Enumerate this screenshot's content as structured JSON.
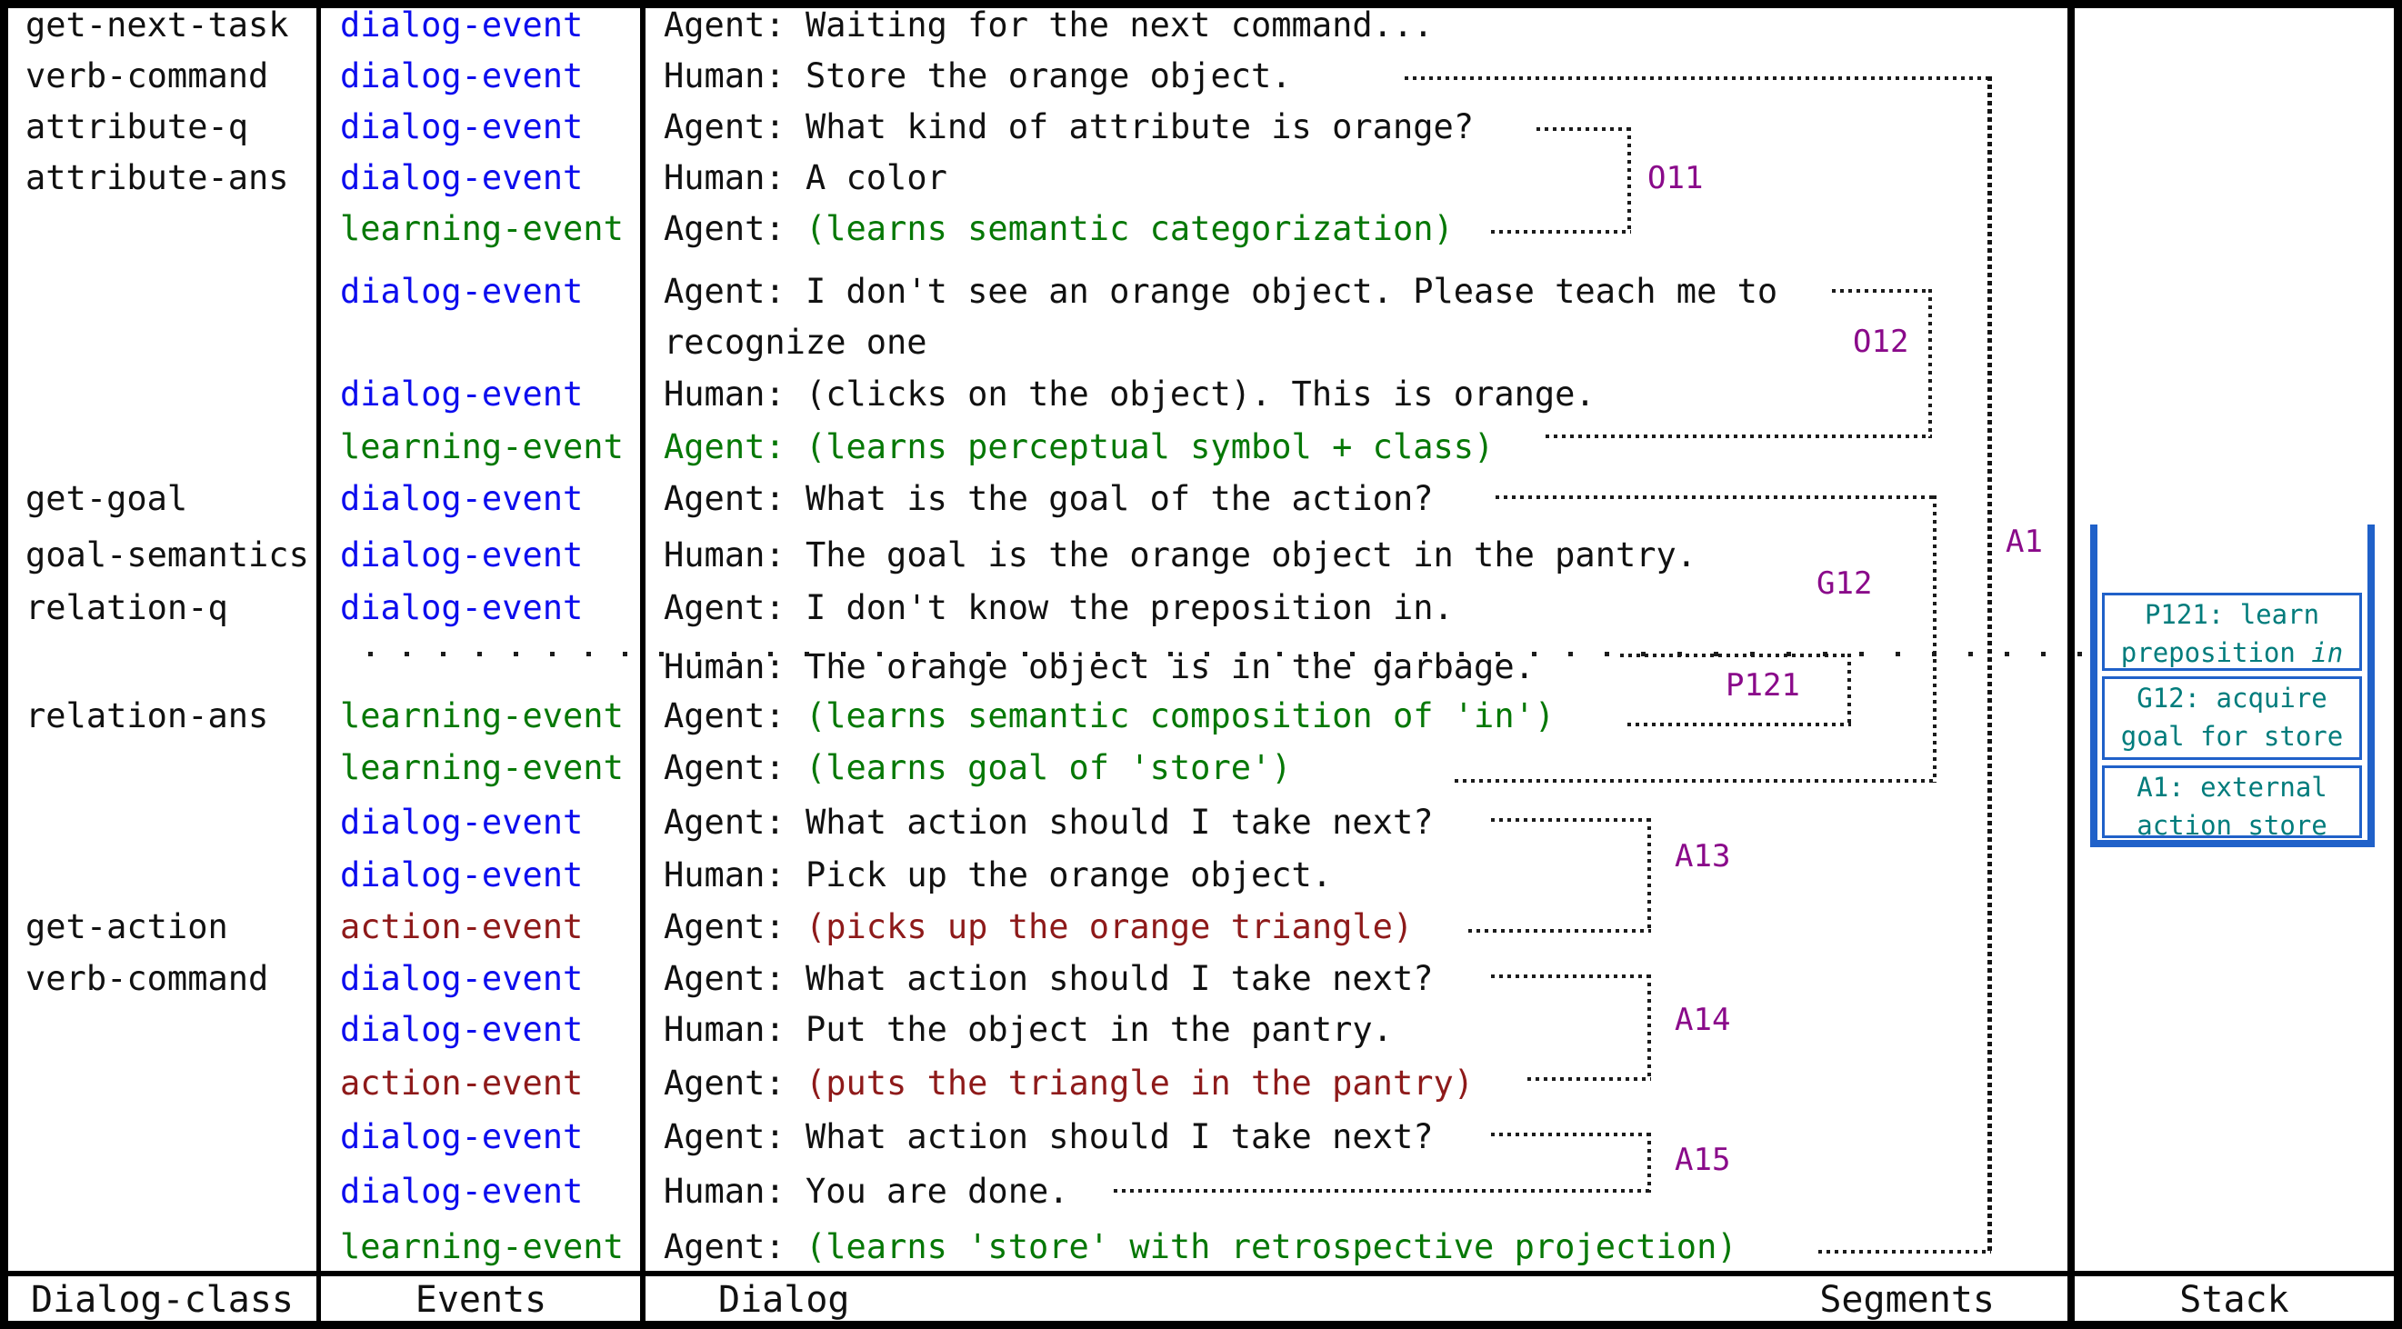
{
  "figure": {
    "footer": {
      "dialog_class": "Dialog-class",
      "events": "Events",
      "dialog": "Dialog",
      "segments": "Segments",
      "stack": "Stack"
    },
    "rows": [
      {
        "dialog_class": "get-next-task",
        "event": "dialog-event",
        "speaker": "Agent:",
        "text": "Waiting for the next command...",
        "text_style": "plain",
        "speaker_style": "plain"
      },
      {
        "dialog_class": "verb-command",
        "event": "dialog-event",
        "speaker": "Human:",
        "text": "Store the orange object.",
        "text_style": "plain",
        "speaker_style": "plain"
      },
      {
        "dialog_class": "attribute-q",
        "event": "dialog-event",
        "speaker": "Agent:",
        "text": "What kind of attribute is orange?",
        "text_style": "plain",
        "speaker_style": "plain"
      },
      {
        "dialog_class": "attribute-ans",
        "event": "dialog-event",
        "speaker": "Human:",
        "text": "A color",
        "text_style": "plain",
        "speaker_style": "plain"
      },
      {
        "dialog_class": "",
        "event": "learning-event",
        "speaker": "Agent:",
        "text": "(learns semantic categorization)",
        "text_style": "learning",
        "speaker_style": "plain"
      },
      {
        "dialog_class": "",
        "event": "dialog-event",
        "speaker": "Agent:",
        "text": "I don't see an orange object. Please teach me to",
        "text_style": "plain",
        "speaker_style": "plain"
      },
      {
        "dialog_class": "",
        "event": "",
        "speaker": "",
        "text": "recognize one",
        "text_style": "plain",
        "speaker_style": "plain"
      },
      {
        "dialog_class": "",
        "event": "dialog-event",
        "speaker": "Human:",
        "text": "(clicks on the object). This is orange.",
        "text_style": "plain",
        "speaker_style": "plain"
      },
      {
        "dialog_class": "",
        "event": "learning-event",
        "speaker": "Agent:",
        "text": "(learns perceptual symbol + class)",
        "text_style": "learning",
        "speaker_style": "learning"
      },
      {
        "dialog_class": "get-goal",
        "event": "dialog-event",
        "speaker": "Agent:",
        "text": "What is the goal of the action?",
        "text_style": "plain",
        "speaker_style": "plain"
      },
      {
        "dialog_class": "goal-semantics",
        "event": "dialog-event",
        "speaker": "Human:",
        "text": "The goal is the orange object in the pantry.",
        "text_style": "plain",
        "speaker_style": "plain"
      },
      {
        "dialog_class": "relation-q",
        "event": "dialog-event",
        "speaker": "Agent:",
        "text": "I don't know the preposition in.",
        "text_style": "plain",
        "speaker_style": "plain"
      },
      {
        "dialog_class": "",
        "event": "",
        "speaker": "Human:",
        "text": "The orange object is in the garbage.",
        "text_style": "plain",
        "speaker_style": "plain"
      },
      {
        "dialog_class": "relation-ans",
        "event": "learning-event",
        "speaker": "Agent:",
        "text": "(learns semantic composition of 'in')",
        "text_style": "learning",
        "speaker_style": "plain"
      },
      {
        "dialog_class": "",
        "event": "learning-event",
        "speaker": "Agent:",
        "text": "(learns goal of 'store')",
        "text_style": "learning",
        "speaker_style": "plain"
      },
      {
        "dialog_class": "",
        "event": "dialog-event",
        "speaker": "Agent:",
        "text": "What action should I take next?",
        "text_style": "plain",
        "speaker_style": "plain"
      },
      {
        "dialog_class": "",
        "event": "dialog-event",
        "speaker": "Human:",
        "text": "Pick up the orange object.",
        "text_style": "plain",
        "speaker_style": "plain"
      },
      {
        "dialog_class": "get-action",
        "event": "action-event",
        "speaker": "Agent:",
        "text": "(picks up the orange triangle)",
        "text_style": "action",
        "speaker_style": "plain"
      },
      {
        "dialog_class": "verb-command",
        "event": "dialog-event",
        "speaker": "Agent:",
        "text": "What action should I take next?",
        "text_style": "plain",
        "speaker_style": "plain"
      },
      {
        "dialog_class": "",
        "event": "dialog-event",
        "speaker": "Human:",
        "text": "Put the object in the pantry.",
        "text_style": "plain",
        "speaker_style": "plain"
      },
      {
        "dialog_class": "",
        "event": "action-event",
        "speaker": "Agent:",
        "text": "(puts the triangle in the pantry)",
        "text_style": "action",
        "speaker_style": "plain"
      },
      {
        "dialog_class": "",
        "event": "dialog-event",
        "speaker": "Agent:",
        "text": "What action should I take next?",
        "text_style": "plain",
        "speaker_style": "plain"
      },
      {
        "dialog_class": "",
        "event": "dialog-event",
        "speaker": "Human:",
        "text": "You are done.",
        "text_style": "plain",
        "speaker_style": "plain"
      },
      {
        "dialog_class": "",
        "event": "learning-event",
        "speaker": "Agent:",
        "text": "(learns 'store' with retrospective projection)",
        "text_style": "learning",
        "speaker_style": "plain"
      }
    ],
    "segment_labels": [
      "O11",
      "O12",
      "G12",
      "P121",
      "A1",
      "A13",
      "A14",
      "A15"
    ],
    "stack_frames": [
      {
        "line1": "P121: learn",
        "line2": "preposition ",
        "line2_italic": "in"
      },
      {
        "line1": "G12: acquire",
        "line2": "goal for store",
        "line2_italic": ""
      },
      {
        "line1": "A1: external",
        "line2": "action store",
        "line2_italic": ""
      }
    ],
    "colors": {
      "dialog_event": "#0d0dee",
      "learning_event": "#067806",
      "action_event": "#8e1a1a",
      "segment_label": "#8a0a8a",
      "stack_text": "#007c7c",
      "stack_border": "#2061c9",
      "text": "#111111"
    }
  }
}
